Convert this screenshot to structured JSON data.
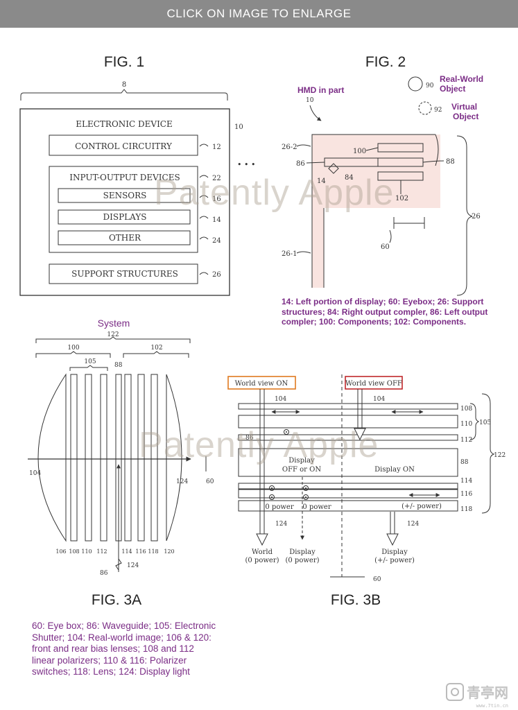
{
  "banner": {
    "text": "CLICK ON IMAGE TO ENLARGE"
  },
  "fig1": {
    "title": "FIG. 1",
    "ref_top": "8",
    "ref_outer": "10",
    "device": "ELECTRONIC DEVICE",
    "control": "CONTROL CIRCUITRY",
    "ref_control": "12",
    "io": "INPUT-OUTPUT DEVICES",
    "ref_io": "22",
    "sensors": "SENSORS",
    "ref_sensors": "16",
    "displays": "DISPLAYS",
    "ref_displays": "14",
    "other": "OTHER",
    "ref_other": "24",
    "support": "SUPPORT STRUCTURES",
    "ref_support": "26",
    "ellipsis": "• • •"
  },
  "fig2": {
    "title": "FIG. 2",
    "hmd": "HMD in part",
    "ref_10": "10",
    "ref_90": "90",
    "real_world": "Real-World",
    "object": "Object",
    "ref_92": "92",
    "virtual": "Virtual",
    "ref_26_2": "26-2",
    "ref_100": "100",
    "ref_86": "86",
    "ref_88": "88",
    "ref_14": "14",
    "ref_84": "84",
    "ref_102": "102",
    "ref_26": "26",
    "ref_60": "60",
    "ref_26_1": "26-1",
    "caption": [
      "14: Left portion of display; 60: Eyebox; 26: Support",
      "structures; 84: Right output compler, 86: Left output",
      "compler; 100: Components; 102: Components."
    ]
  },
  "fig3a": {
    "title": "FIG. 3A",
    "system": "System",
    "ref_122": "122",
    "ref_100": "100",
    "ref_102": "102",
    "ref_105": "105",
    "ref_88": "88",
    "ref_104": "104",
    "ref_124": "124",
    "ref_60": "60",
    "ref_86": "86",
    "bottom_refs": [
      "106",
      "108",
      "110",
      "112",
      "114",
      "116",
      "118",
      "120"
    ]
  },
  "fig3b": {
    "title": "FIG. 3B",
    "world_on": "World view ON",
    "world_off": "World view OFF",
    "ref_104": "104",
    "ref_108": "108",
    "ref_110": "110",
    "ref_105": "105",
    "ref_112": "112",
    "ref_86": "86",
    "ref_122": "122",
    "display_offon_1": "Display",
    "display_offon_2": "OFF or ON",
    "display_on": "Display ON",
    "ref_88": "88",
    "ref_114": "114",
    "ref_116": "116",
    "ref_118": "118",
    "zero_power": "0 power",
    "pm_power": "(+/- power)",
    "ref_124": "124",
    "world": "World",
    "zero_power_p": "(0 power)",
    "display": "Display",
    "pm_power_2": "(+/- power)",
    "ref_60": "60"
  },
  "fig3_caption": [
    "60: Eye box; 86: Waveguide; 105: Electronic",
    "Shutter; 104: Real-world image; 106 & 120:",
    "front and rear bias lenses; 108 and 112",
    "linear  polarizers; 110 & 116: Polarizer",
    "switches; 118: Lens; 124: Display light"
  ],
  "watermark": "Patently Apple",
  "logo": {
    "text": "青亭网",
    "sub": "www.7tin.cn"
  },
  "colors": {
    "caption": "#7b2d86",
    "banner": "#8a8a8a",
    "hmd_shade": "#f9e4e0",
    "world_on_box": "#e07a1f",
    "world_off_box": "#c0282b"
  }
}
